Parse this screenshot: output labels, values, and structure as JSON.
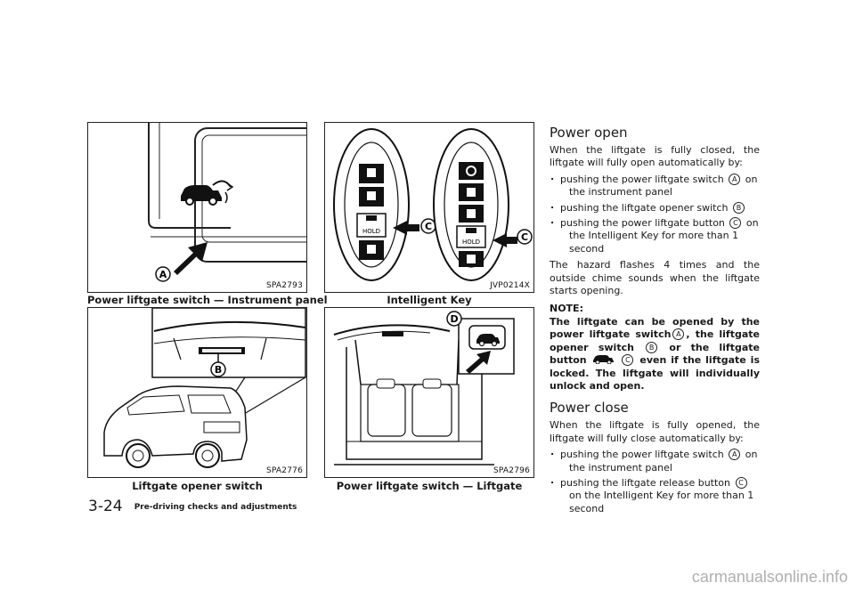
{
  "figures": {
    "fig1": {
      "code": "SPA2793",
      "caption": "Power liftgate switch — Instrument panel",
      "marker": "A"
    },
    "fig2": {
      "code": "SPA2776",
      "caption": "Liftgate opener switch",
      "marker": "B"
    },
    "fig3": {
      "code": "JVP0214X",
      "caption": "Intelligent Key",
      "marker": "C",
      "hold_label": "HOLD"
    },
    "fig4": {
      "code": "SPA2796",
      "caption": "Power liftgate switch — Liftgate",
      "marker": "D"
    }
  },
  "power_open": {
    "heading": "Power open",
    "intro": "When the liftgate is fully closed, the liftgate will fully open automatically by:",
    "bullet1_a": "pushing the power liftgate switch",
    "bullet1_mark": "A",
    "bullet1_b": "on",
    "bullet1_c": "the instrument panel",
    "bullet2_a": "pushing the liftgate opener switch",
    "bullet2_mark": "B",
    "bullet3_a": "pushing the power liftgate button",
    "bullet3_mark": "C",
    "bullet3_b": "on",
    "bullet3_c": "the Intelligent Key for more than 1 second",
    "after": "The hazard flashes 4 times and the outside chime sounds when the liftgate starts opening."
  },
  "note": {
    "label": "NOTE:",
    "p1": "The liftgate can be opened by the power liftgate switch",
    "mark_a": "A",
    "p2": ", the liftgate opener switch",
    "mark_b": "B",
    "p3": "or the liftgate button",
    "mark_c": "C",
    "p4": "even if the liftgate is locked. The liftgate will individually unlock and open."
  },
  "power_close": {
    "heading": "Power close",
    "intro": "When the liftgate is fully opened, the liftgate will fully close automatically by:",
    "bullet1_a": "pushing the power liftgate switch",
    "bullet1_mark": "A",
    "bullet1_b": "on",
    "bullet1_c": "the instrument panel",
    "bullet2_a": "pushing the liftgate release button",
    "bullet2_mark": "C",
    "bullet2_c": "on the Intelligent Key for more than 1 second"
  },
  "footer": {
    "page_number": "3-24",
    "section": "Pre-driving checks and adjustments"
  },
  "watermark": "carmanualsonline.info"
}
